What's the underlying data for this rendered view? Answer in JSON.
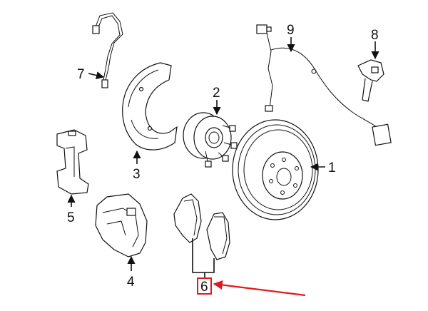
{
  "callouts": [
    {
      "id": "1",
      "text": "1"
    },
    {
      "id": "2",
      "text": "2"
    },
    {
      "id": "3",
      "text": "3"
    },
    {
      "id": "4",
      "text": "4"
    },
    {
      "id": "5",
      "text": "5"
    },
    {
      "id": "6",
      "text": "6"
    },
    {
      "id": "7",
      "text": "7"
    },
    {
      "id": "8",
      "text": "8"
    },
    {
      "id": "9",
      "text": "9"
    }
  ],
  "highlight": {
    "target": "6",
    "box_color": "#e0191e",
    "arrow_color": "#e0191e"
  },
  "parts": [
    "brake-disc-rotor",
    "wheel-hub",
    "dust-shield",
    "brake-caliper",
    "caliper-bracket",
    "brake-pads",
    "brake-hose",
    "wheel-speed-sensor",
    "abs-sensor-harness"
  ]
}
